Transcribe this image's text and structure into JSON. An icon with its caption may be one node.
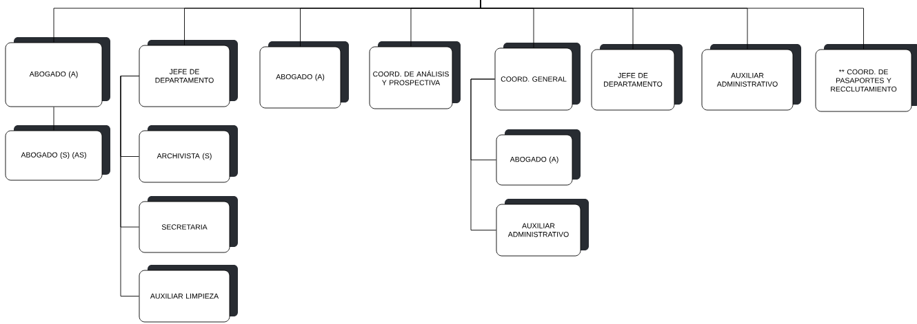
{
  "diagram": {
    "nodes": [
      {
        "text": [
          "ABOGADO (A)"
        ]
      },
      {
        "text": [
          "ABOGADO (S) (AS)"
        ]
      },
      {
        "text": [
          "JEFE DE DEPARTAMENTO"
        ]
      },
      {
        "text": [
          "ARCHIVISTA (S)"
        ]
      },
      {
        "text": [
          "SECRETARIA"
        ]
      },
      {
        "text": [
          "AUXILIAR LIMPIEZA"
        ]
      },
      {
        "text": [
          "ABOGADO (A)"
        ]
      },
      {
        "text": [
          "COORD. DE ANÁLISIS Y PROSPECTIVA"
        ]
      },
      {
        "text": [
          "COORD. GENERAL"
        ]
      },
      {
        "text": [
          "ABOGADO (A)"
        ]
      },
      {
        "text": [
          "AUXILIAR ADMINISTRATIVO"
        ]
      },
      {
        "text": [
          "JEFE DE DEPARTAMENTO"
        ]
      },
      {
        "text": [
          "AUXILIAR ADMINISTRATIVO"
        ]
      },
      {
        "text": [
          "** COORD. DE PASAPORTES Y RECCLUTAMIENTO"
        ]
      }
    ],
    "edges": [
      {
        "from": null,
        "to": 0,
        "arrow": "none"
      },
      {
        "from": null,
        "to": 2,
        "arrow": "none"
      },
      {
        "from": null,
        "to": 6,
        "arrow": "none"
      },
      {
        "from": null,
        "to": 7,
        "arrow": "none"
      },
      {
        "from": null,
        "to": 8,
        "arrow": "none"
      },
      {
        "from": null,
        "to": 11,
        "arrow": "none"
      },
      {
        "from": null,
        "to": 12,
        "arrow": "none"
      },
      {
        "from": null,
        "to": 13,
        "arrow": "none"
      },
      {
        "from": 0,
        "to": 1,
        "arrow": "none"
      },
      {
        "from": 2,
        "to": 3,
        "arrow": "none"
      },
      {
        "from": 2,
        "to": 4,
        "arrow": "none"
      },
      {
        "from": 2,
        "to": 5,
        "arrow": "none"
      },
      {
        "from": 8,
        "to": 9,
        "arrow": "none"
      },
      {
        "from": 8,
        "to": 10,
        "arrow": "none"
      }
    ]
  }
}
